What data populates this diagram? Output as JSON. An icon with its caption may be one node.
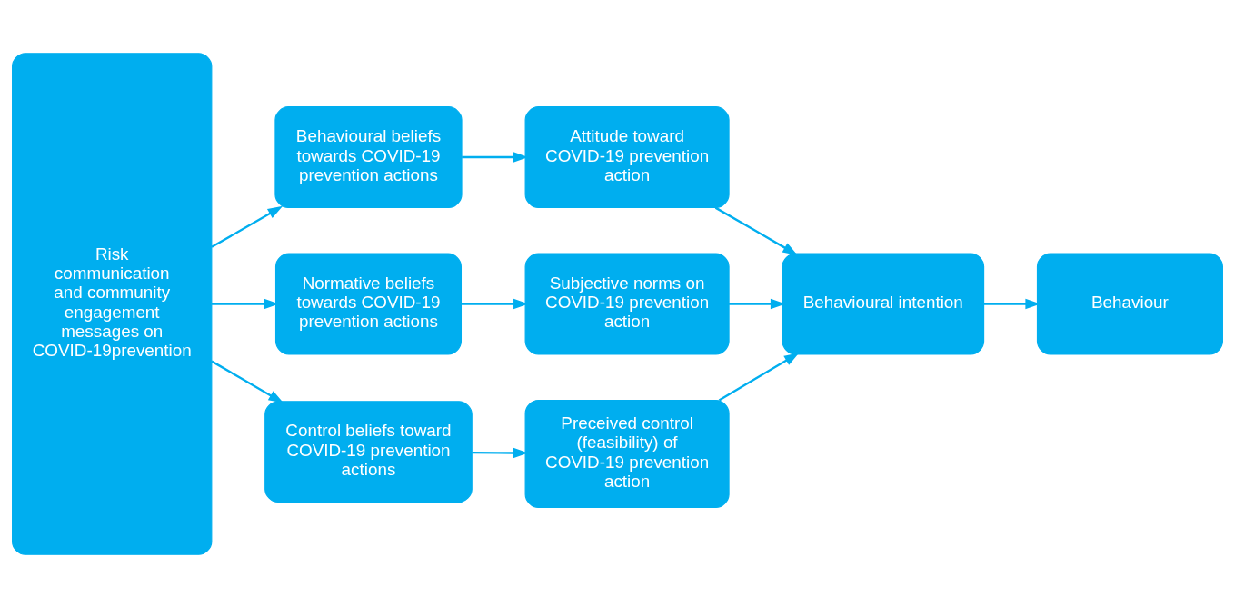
{
  "diagram": {
    "nodes": [
      {
        "text": [
          "Risk communication and community engagement messages on COVID-19prevention"
        ]
      },
      {
        "text": [
          "Behavioural beliefs towards COVID-19 prevention actions"
        ]
      },
      {
        "text": [
          "Attitude toward COVID-19 prevention action"
        ]
      },
      {
        "text": [
          "Normative beliefs towards COVID-19 prevention actions"
        ]
      },
      {
        "text": [
          "Subjective norms on COVID-19 prevention action"
        ]
      },
      {
        "text": [
          "Control beliefs toward COVID-19 prevention actions"
        ]
      },
      {
        "text": [
          "Preceived control (feasibility) of COVID-19 prevention action"
        ]
      },
      {
        "text": [
          "Behavioural intention"
        ]
      },
      {
        "text": [
          "Behaviour"
        ]
      }
    ],
    "edges": [
      {
        "from": 0,
        "to": 1,
        "arrow": "to"
      },
      {
        "from": 1,
        "to": 2,
        "arrow": "to"
      },
      {
        "from": 0,
        "to": 3,
        "arrow": "to"
      },
      {
        "from": 3,
        "to": 4,
        "arrow": "to"
      },
      {
        "from": 0,
        "to": 5,
        "arrow": "to"
      },
      {
        "from": 5,
        "to": 6,
        "arrow": "to"
      },
      {
        "from": 2,
        "to": 7,
        "arrow": "to"
      },
      {
        "from": 4,
        "to": 7,
        "arrow": "to"
      },
      {
        "from": 6,
        "to": 7,
        "arrow": "to"
      },
      {
        "from": 7,
        "to": 8,
        "arrow": "to"
      }
    ]
  }
}
